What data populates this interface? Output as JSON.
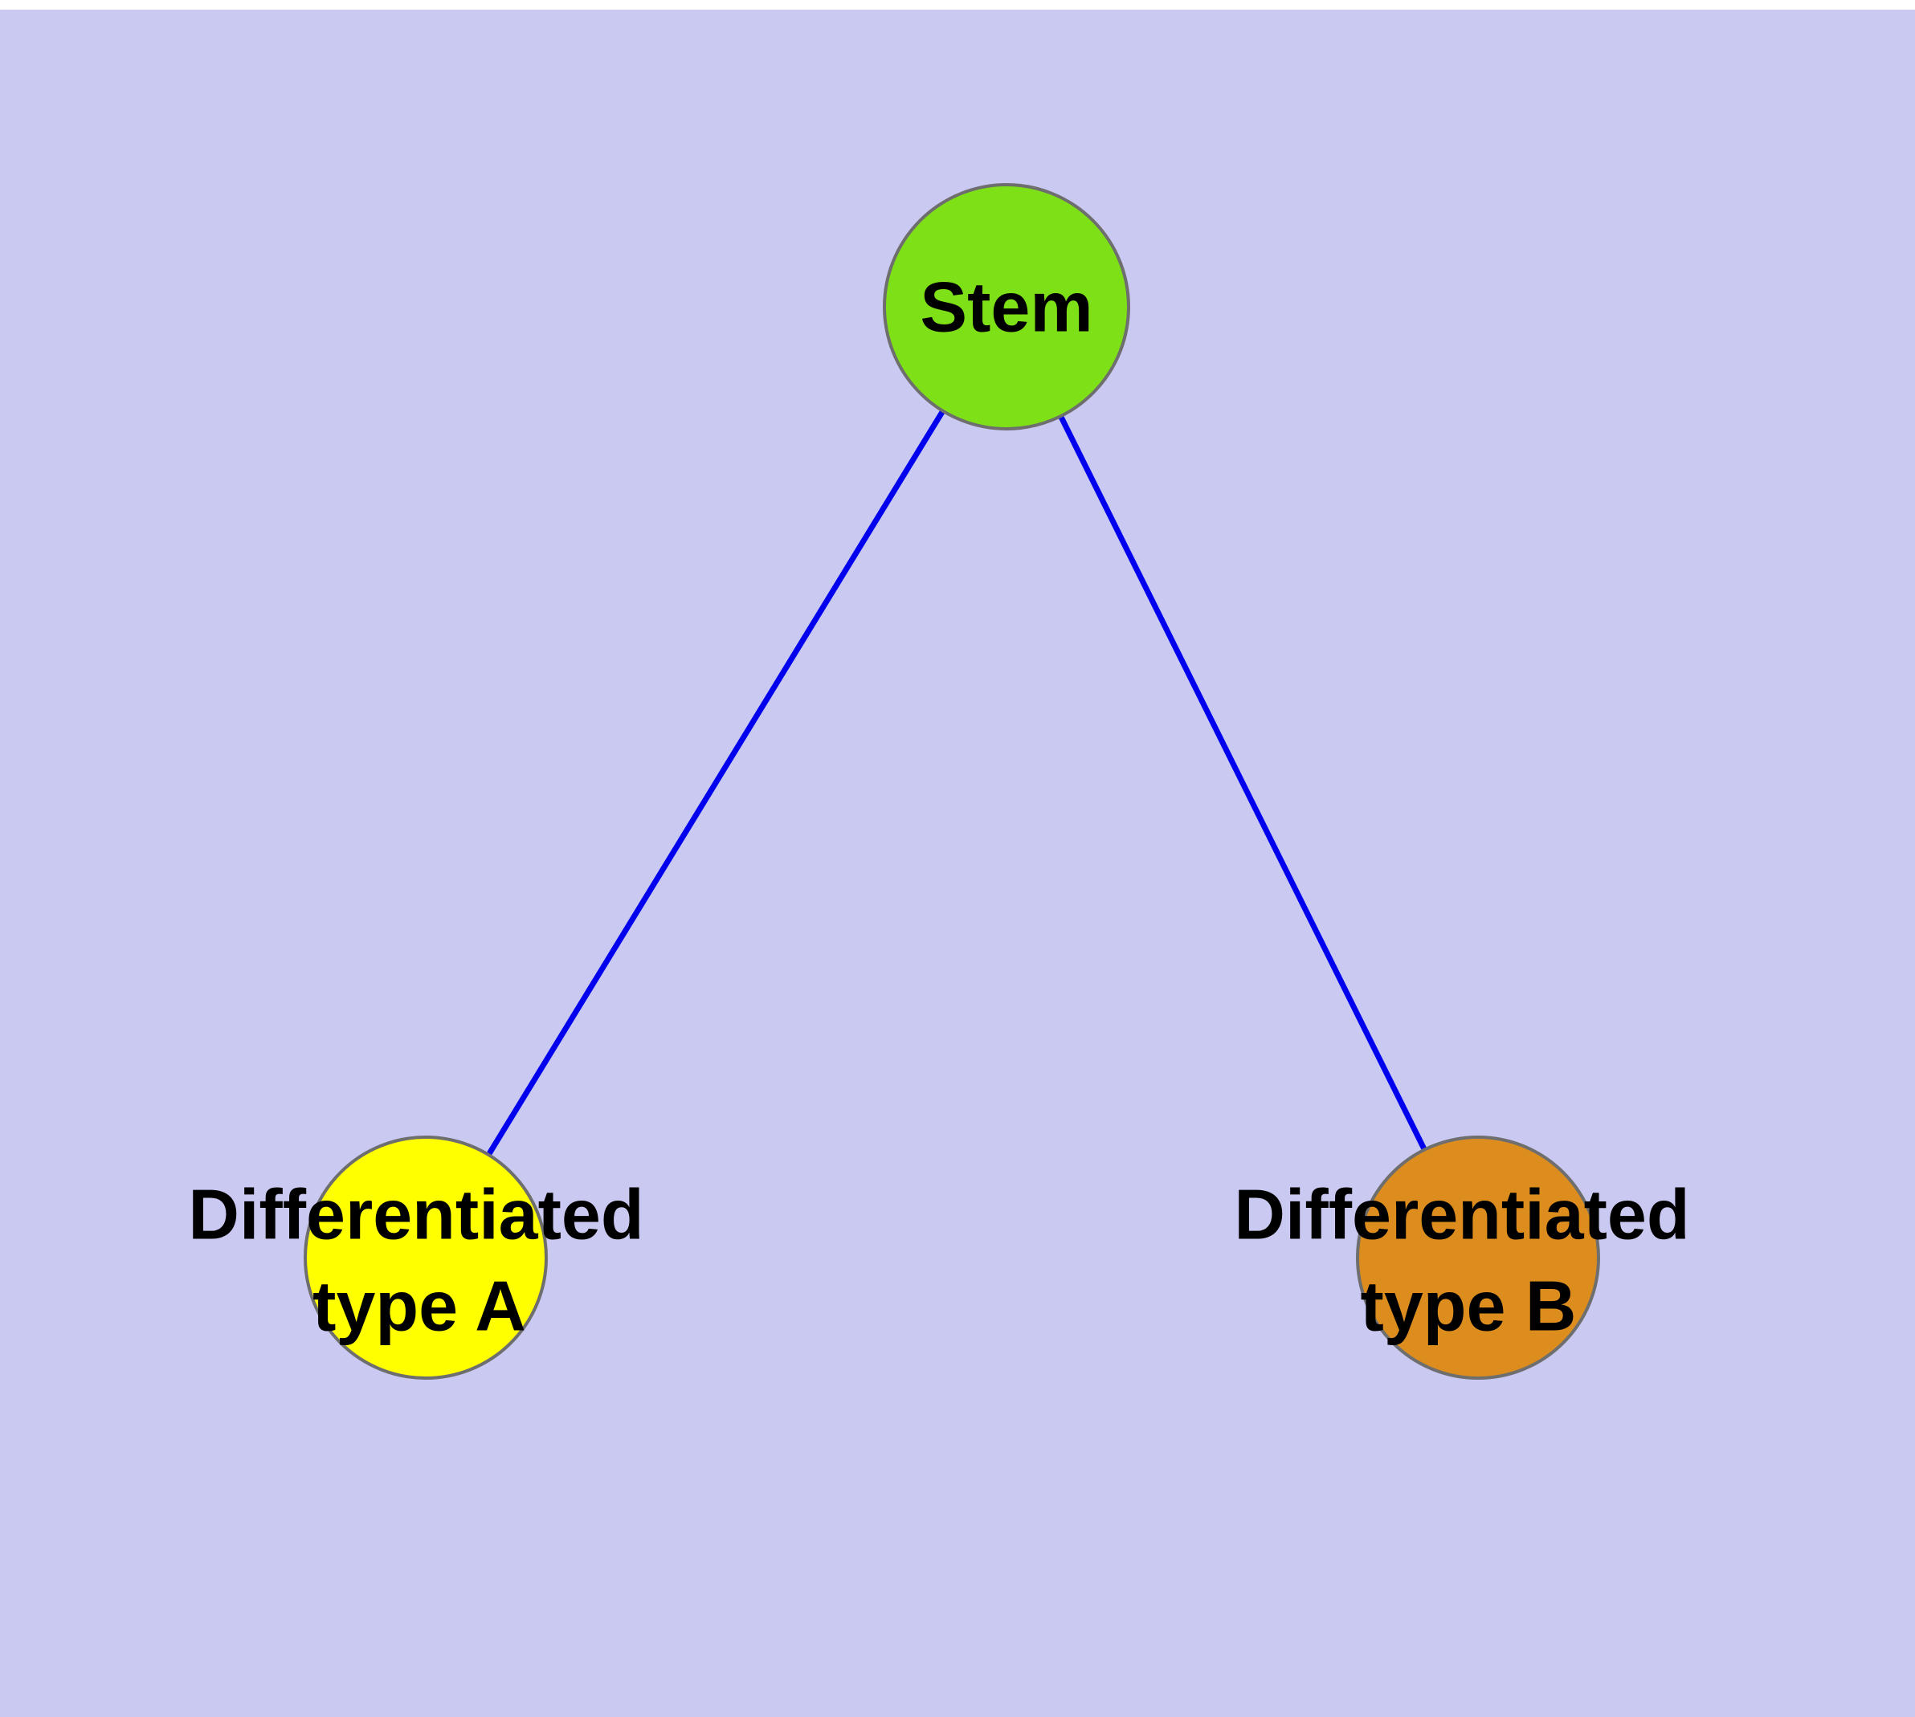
{
  "diagram": {
    "background_color": "#c9c9f2",
    "edge_color": "#0000ee",
    "node_border_color": "#6e6e6e",
    "nodes": {
      "stem": {
        "label": "Stem",
        "fill": "#7ee017"
      },
      "type_a": {
        "label_line1": "Differentiated",
        "label_line2": "type A",
        "fill": "#ffff00"
      },
      "type_b": {
        "label_line1": "Differentiated",
        "label_line2": "type B",
        "fill": "#dd8d1e"
      }
    },
    "edges": [
      {
        "from": "Stem",
        "to": "Differentiated type A"
      },
      {
        "from": "Stem",
        "to": "Differentiated type B"
      }
    ]
  }
}
